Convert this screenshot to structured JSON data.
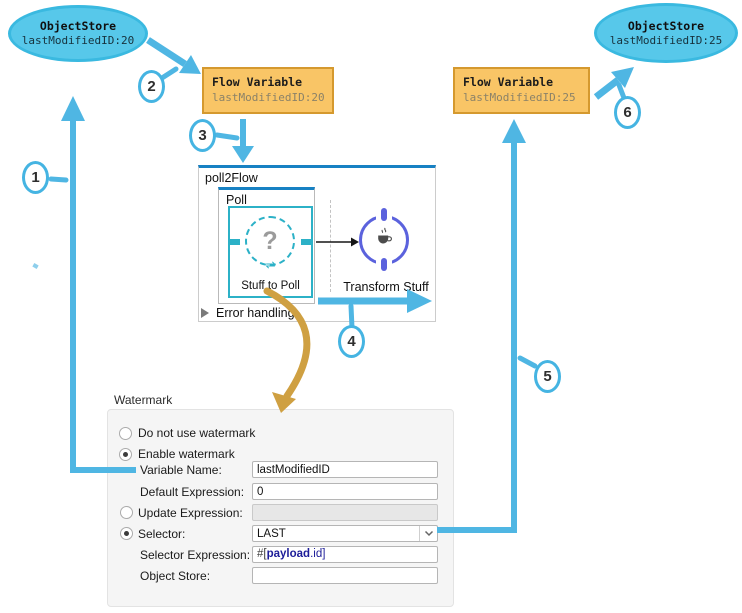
{
  "nodes": {
    "object_store_start": {
      "title": "ObjectStore",
      "value": "lastModifiedID:20"
    },
    "object_store_end": {
      "title": "ObjectStore",
      "value": "lastModifiedID:25"
    },
    "flow_variable_start": {
      "title": "Flow Variable",
      "value": "lastModifiedID:20"
    },
    "flow_variable_end": {
      "title": "Flow Variable",
      "value": "lastModifiedID:25"
    }
  },
  "flow": {
    "name": "poll2Flow",
    "scope_label": "Poll",
    "poll_component": {
      "label": "Stuff to Poll",
      "glyph": "?",
      "symbol": "⇌"
    },
    "transform_component": {
      "label": "Transform Stuff"
    },
    "error_handling_label": "Error handling"
  },
  "steps": [
    "1",
    "2",
    "3",
    "4",
    "5",
    "6"
  ],
  "watermark": {
    "title": "Watermark",
    "options": [
      {
        "label": "Do not use watermark",
        "selected": false
      },
      {
        "label": "Enable watermark",
        "selected": true
      }
    ],
    "fields": {
      "variable_name": {
        "label": "Variable Name:",
        "value": "lastModifiedID"
      },
      "default_expression": {
        "label": "Default Expression:",
        "value": "0"
      },
      "update_expression": {
        "label": "Update Expression:",
        "value": "",
        "selected": false
      },
      "selector": {
        "label": "Selector:",
        "value": "LAST",
        "selected": true
      },
      "selector_expression": {
        "label": "Selector Expression:",
        "value_prefix": "#[",
        "value_object": "payload",
        "value_suffix": ".id]"
      },
      "object_store": {
        "label": "Object Store:",
        "value": ""
      }
    }
  },
  "colors": {
    "cyan_arrow": "#4fb6e3",
    "ellipse_fill": "#57c8ea",
    "ellipse_border": "#3ab9e0",
    "flow_variable_fill": "#f9c566",
    "flow_variable_border": "#d5992e",
    "gold_arrow": "#cfa042",
    "flow_blue": "#1781c3",
    "poll_cyan": "#2cb1c7",
    "transform_indigo": "#5b62dd",
    "panel_background": "#f5f5f5"
  }
}
